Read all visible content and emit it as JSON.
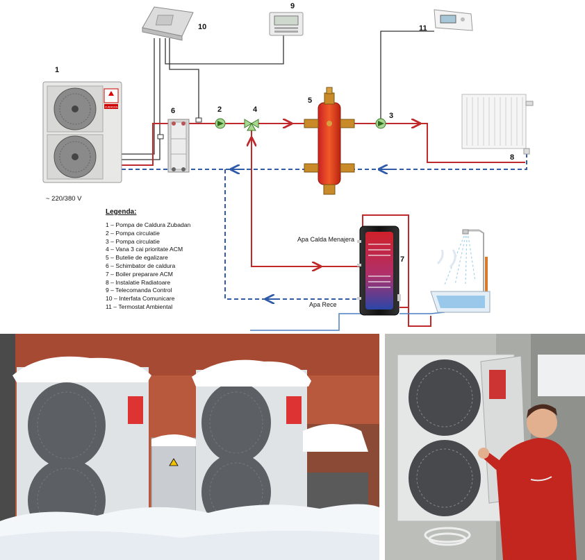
{
  "numbers": {
    "n1": "1",
    "n2": "2",
    "n3": "3",
    "n4": "4",
    "n5": "5",
    "n6": "6",
    "n7": "7",
    "n8": "8",
    "n9": "9",
    "n10": "10",
    "n11": "11"
  },
  "voltage": "~ 220/380 V",
  "unit_brand": "ZUBADAN",
  "labels": {
    "hot_water": "Apa Calda Menajera",
    "cold_water": "Apa Rece"
  },
  "legend": {
    "title": "Legenda:",
    "items": [
      "1  – Pompa de Caldura Zubadan",
      "2  – Pompa circulatie",
      "3  – Pompa circulatie",
      "4  – Vana 3 cai prioritate ACM",
      "5  – Butelie de egalizare",
      "6  – Schimbator de caldura",
      "7  – Boiler preparare ACM",
      "8  – Instalatie Radiatoare",
      "9  – Telecomanda Control",
      "10 – Interfata Comunicare",
      "11 – Termostat  Ambiental"
    ]
  },
  "colors": {
    "supply": "#c0282a",
    "return": "#2f5aa8",
    "control": "#333333"
  }
}
